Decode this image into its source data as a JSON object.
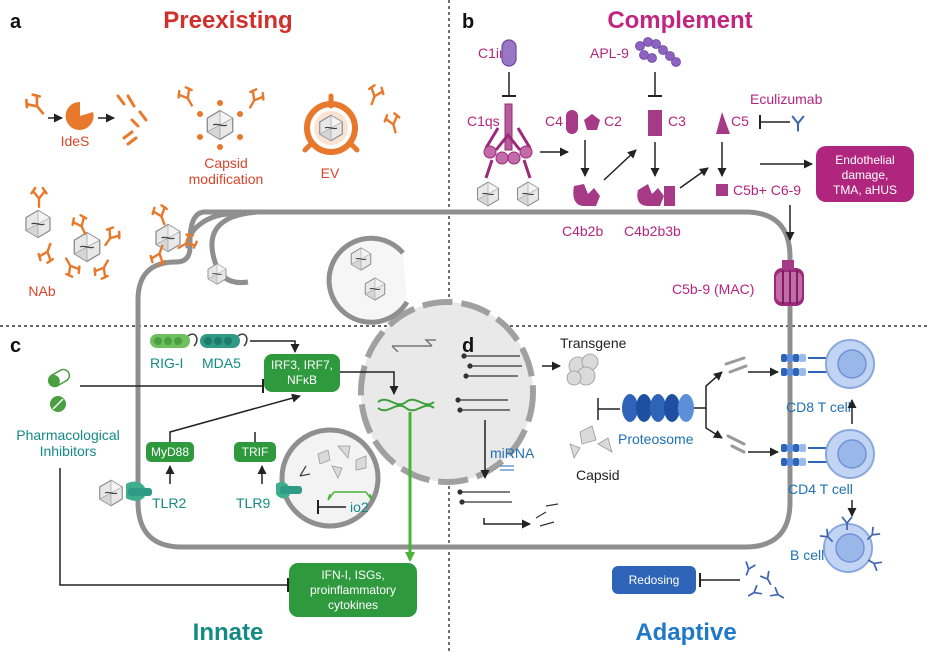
{
  "panels": {
    "a": {
      "letter": "a",
      "title": "Preexisting",
      "title_color": "#d0312d"
    },
    "b": {
      "letter": "b",
      "title": "Complement",
      "title_color": "#c2257f"
    },
    "c": {
      "letter": "c",
      "title": "Innate",
      "title_color": "#138a84"
    },
    "d": {
      "letter": "d",
      "title": "Adaptive",
      "title_color": "#1f78c8"
    }
  },
  "preexisting": {
    "ides": "IdeS",
    "capsid_mod_1": "Capsid",
    "capsid_mod_2": "modification",
    "ev": "EV",
    "nab": "NAb"
  },
  "complement": {
    "c1inh": "C1inh",
    "apl9": "APL-9",
    "c1qs": "C1qs",
    "c4": "C4",
    "c2": "C2",
    "c3": "C3",
    "c5": "C5",
    "eculizumab": "Eculizumab",
    "c4b2b": "C4b2b",
    "c4b2b3b": "C4b2b3b",
    "c5b_c69": "C5b+ C6-9",
    "mac": "C5b-9 (MAC)",
    "endothelial": [
      "Endothelial",
      "damage,",
      "TMA, aHUS"
    ]
  },
  "innate": {
    "rigi": "RIG-I",
    "mda5": "MDA5",
    "irf_box": [
      "IRF3, IRF7,",
      "NFκB"
    ],
    "pharm": [
      "Pharmacological",
      "Inhibitors"
    ],
    "myd88": "MyD88",
    "trif": "TRIF",
    "tlr2": "TLR2",
    "tlr9": "TLR9",
    "io2": "io2",
    "ifn_box": [
      "IFN-I, ISGs,",
      "proinflammatory",
      "cytokines"
    ]
  },
  "adaptive": {
    "transgene": "Transgene",
    "mirna": "miRNA",
    "proteosome": "Proteosome",
    "capsid": "Capsid",
    "cd8": "CD8 T cell",
    "cd4": "CD4 T cell",
    "bcell": "B cell",
    "redosing": "Redosing"
  },
  "colors": {
    "orange": "#e8782b",
    "magenta": "#9c2a7a",
    "teal": "#2f9a86",
    "green": "#2f9a3d",
    "blue": "#2e64b8",
    "cell_membrane": "#9a9a9a"
  }
}
